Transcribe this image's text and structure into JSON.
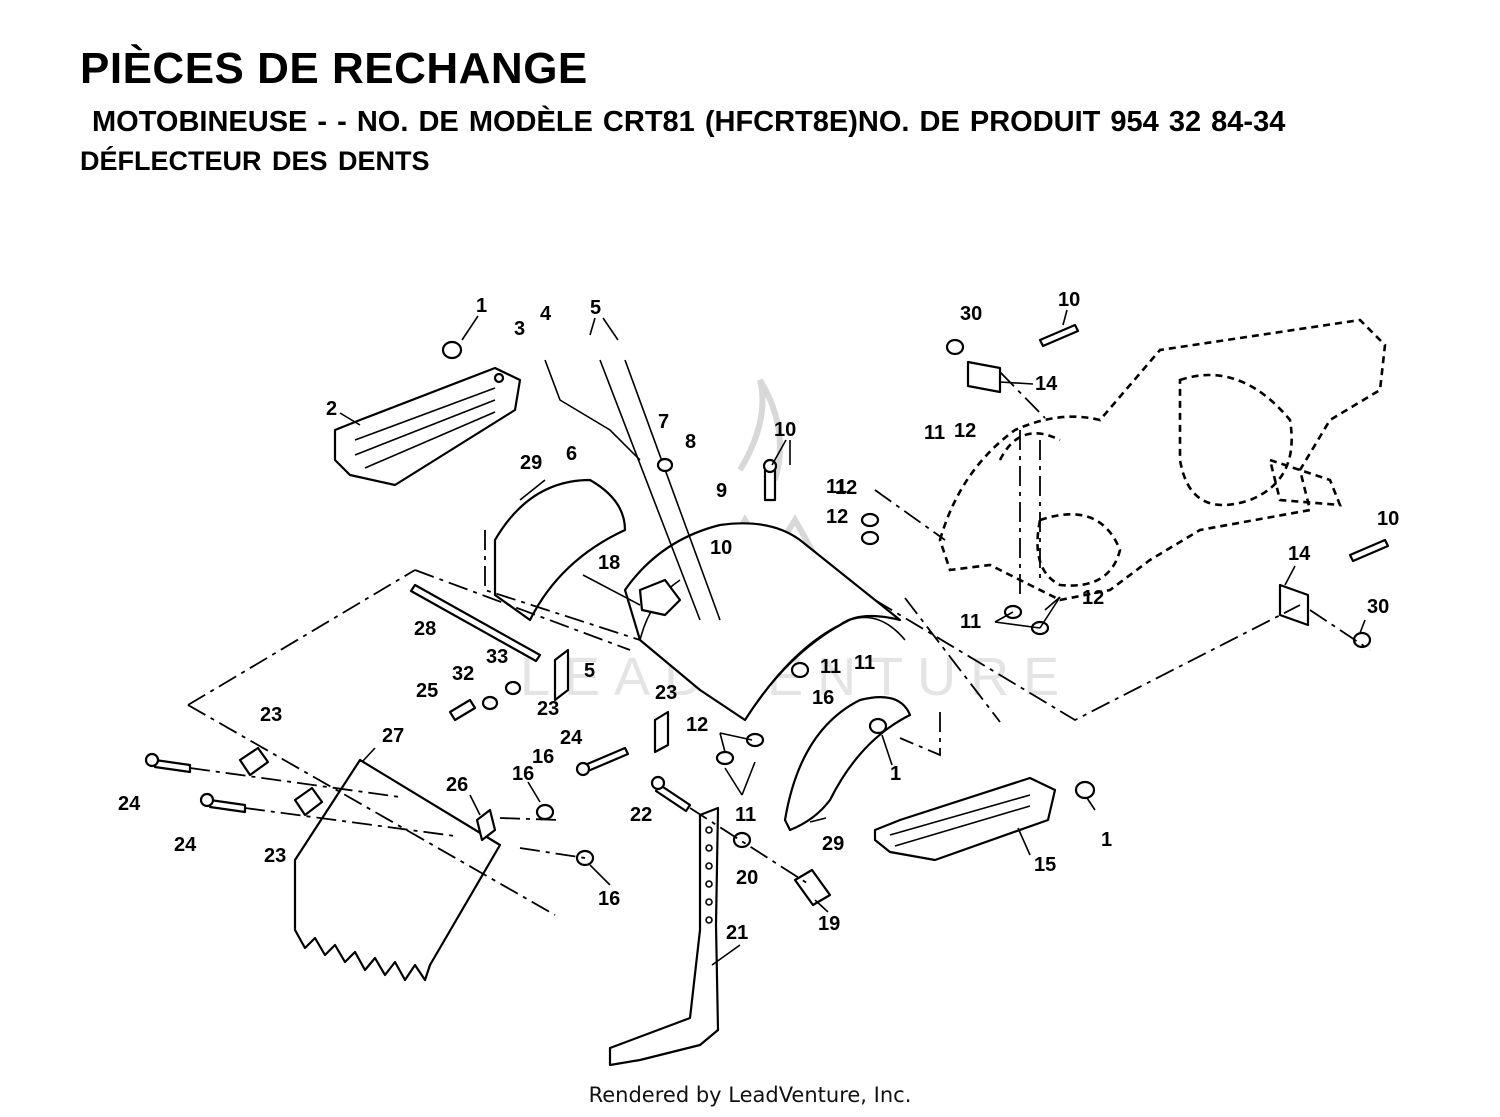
{
  "header": {
    "title": "PIÈCES DE RECHANGE",
    "subtitle": "MOTOBINEUSE - - NO.  DE MODÈLE CRT81 (HFCRT8E)NO. DE PRODUIT 954 32 84-34",
    "section": "DÉFLECTEUR DES DENTS"
  },
  "footer": {
    "text": "Rendered by LeadVenture, Inc."
  },
  "watermark": {
    "text": "LEADVENTURE"
  },
  "callouts": [
    "1",
    "2",
    "3",
    "4",
    "5",
    "6",
    "7",
    "8",
    "29",
    "9",
    "10",
    "10",
    "30",
    "10",
    "14",
    "11",
    "12",
    "12",
    "11",
    "18",
    "28",
    "33",
    "32",
    "25",
    "5",
    "23",
    "23",
    "23",
    "24",
    "12",
    "11",
    "11",
    "16",
    "11",
    "12",
    "14",
    "10",
    "30",
    "12",
    "11",
    "1",
    "16",
    "27",
    "26",
    "24",
    "24",
    "23",
    "16",
    "22",
    "20",
    "29",
    "19",
    "21",
    "16",
    "15",
    "1"
  ]
}
